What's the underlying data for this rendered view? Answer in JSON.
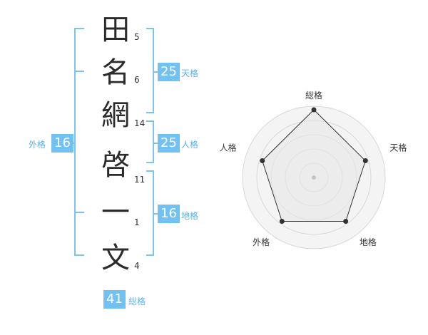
{
  "name_chars": [
    {
      "char": "田",
      "strokes": "5"
    },
    {
      "char": "名",
      "strokes": "6"
    },
    {
      "char": "網",
      "strokes": "14"
    },
    {
      "char": "啓",
      "strokes": "11"
    },
    {
      "char": "一",
      "strokes": "1"
    },
    {
      "char": "文",
      "strokes": "4"
    }
  ],
  "fortune": {
    "tenkaku": {
      "label": "天格",
      "value": "25"
    },
    "jinkaku": {
      "label": "人格",
      "value": "25"
    },
    "chikaku": {
      "label": "地格",
      "value": "16"
    },
    "gaikaku": {
      "label": "外格",
      "value": "16"
    },
    "soukaku": {
      "label": "総格",
      "value": "41"
    }
  },
  "chart_data": {
    "type": "radar",
    "axes": [
      "総格",
      "天格",
      "地格",
      "外格",
      "人格"
    ],
    "values": [
      5,
      4,
      4,
      4,
      4
    ],
    "max": 5,
    "grid": "concentric circles"
  },
  "colors": {
    "accent": "#71c1f2",
    "bracket": "#7cc3ee"
  }
}
